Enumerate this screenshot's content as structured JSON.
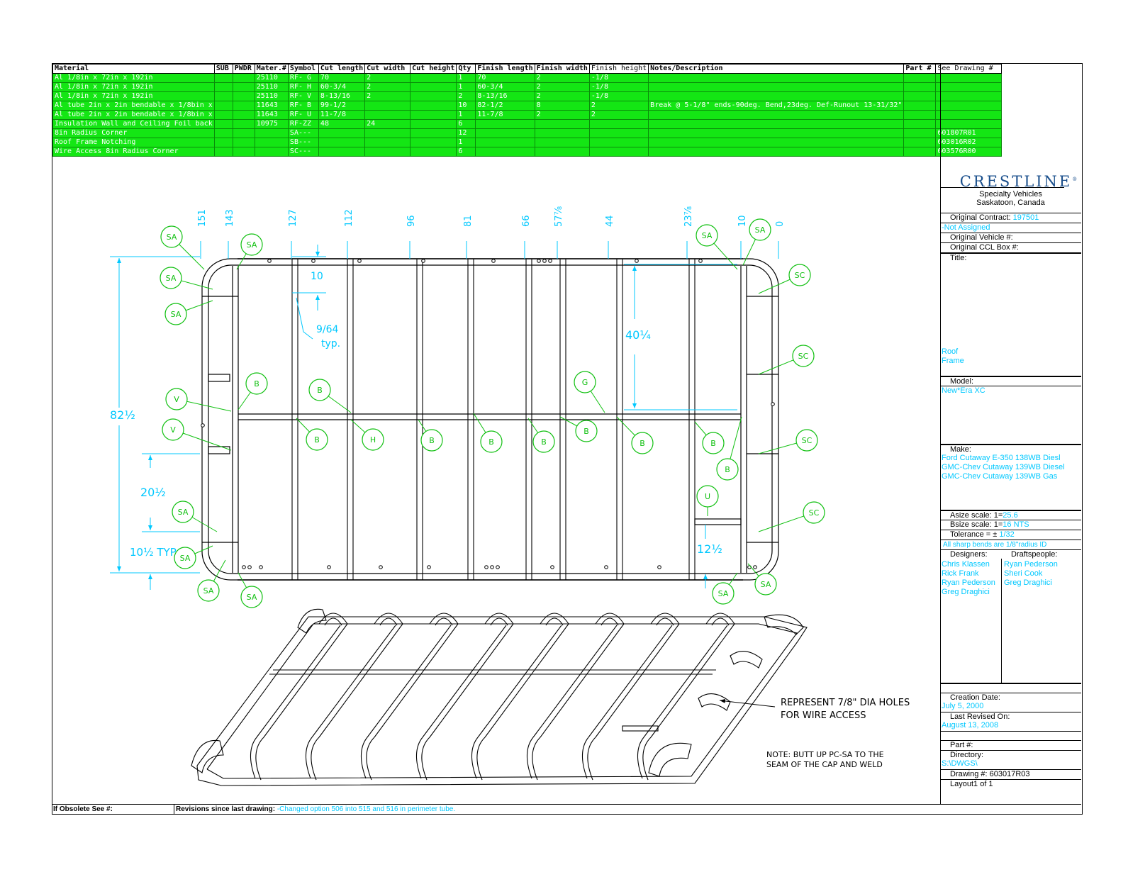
{
  "bom": {
    "headers": [
      "Material",
      "SUB",
      "PWDR",
      "Mater.#",
      "Symbol",
      "Cut length",
      "Cut width",
      "Cut height",
      "Qty",
      "Finish length",
      "Finish width",
      "Finish height",
      "Notes/Description",
      "Part #",
      "See Drawing #"
    ],
    "rows": [
      [
        "Al 1/8in x 72in x 192in",
        "",
        "",
        "25110",
        "RF- G",
        "70",
        "2",
        "",
        "1",
        "70",
        "2",
        "-1/8",
        "",
        "",
        ""
      ],
      [
        "Al 1/8in x 72in x 192in",
        "",
        "",
        "25110",
        "RF- H",
        "60-3/4",
        "2",
        "",
        "1",
        "60-3/4",
        "2",
        "-1/8",
        "",
        "",
        ""
      ],
      [
        "Al 1/8in x 72in x 192in",
        "",
        "",
        "25110",
        "RF- V",
        "8-13/16",
        "2",
        "",
        "2",
        "8-13/16",
        "2",
        "-1/8",
        "",
        "",
        ""
      ],
      [
        "Al tube 2in x 2in bendable x 1/8bin x",
        "",
        "",
        "11643",
        "RF- B",
        "99-1/2",
        "",
        "",
        "10",
        "82-1/2",
        "8",
        "2",
        "Break @ 5-1/8\" ends-90deg. Bend,23deg. Def-Runout 13-31/32\"",
        "",
        ""
      ],
      [
        "Al tube 2in x 2in bendable x 1/8bin x",
        "",
        "",
        "11643",
        "RF- U",
        "11-7/8",
        "",
        "",
        "1",
        "11-7/8",
        "2",
        "2",
        "",
        "",
        ""
      ],
      [
        "Insulation Wall and Ceiling Foil back",
        "",
        "",
        "10975",
        "RF-ZZ",
        "48",
        "24",
        "",
        "6",
        "",
        "",
        "",
        "",
        "",
        ""
      ],
      [
        "8in Radius Corner",
        "",
        "",
        "",
        "SA---",
        "",
        "",
        "",
        "12",
        "",
        "",
        "",
        "",
        "",
        "601807R01"
      ],
      [
        "Roof Frame Notching",
        "",
        "",
        "",
        "SB---",
        "",
        "",
        "",
        "1",
        "",
        "",
        "",
        "",
        "",
        "603016R02"
      ],
      [
        "Wire Access 8in Radius Corner",
        "",
        "",
        "",
        "SC---",
        "",
        "",
        "",
        "6",
        "",
        "",
        "",
        "",
        "",
        "603576R00"
      ]
    ]
  },
  "title_block": {
    "company": "CRESTLINE",
    "company_sub1": "Specialty Vehicles",
    "company_sub2": "Saskatoon, Canada",
    "original_contract_label": "Original Contract:",
    "original_contract_value": "197501",
    "not_assigned": "-Not Assigned",
    "original_vehicle_label": "Original Vehicle #:",
    "original_ccl_label": "Original CCL Box #:",
    "title_label": "Title:",
    "title_line1": "Roof",
    "title_line2": "Frame",
    "model_label": "Model:",
    "model_value": "New*Era XC",
    "make_label": "Make:",
    "make_values": [
      "Ford Cutaway E-350 138WB Diesl",
      "GMC-Chev Cutaway 139WB Diesel",
      "GMC-Chev Cutaway 139WB Gas"
    ],
    "asize_label": "Asize scale: 1=",
    "asize_value": "25.6",
    "bsize_label": "Bsize scale: 1=",
    "bsize_value": "16 NTS",
    "tolerance_label": "Tolerance = ±",
    "tolerance_value": "1/32",
    "bends_note": "All sharp bends are 1/8\"radius ID",
    "designers_label": "Designers:",
    "draftspeople_label": "Draftspeople:",
    "designers": [
      "Chris Klassen",
      "Rick Frank",
      "Ryan Pederson",
      "Greg Draghici"
    ],
    "draftspeople": [
      "Ryan Pederson",
      "Sheri Cook",
      "Greg Draghici"
    ],
    "creation_label": "Creation Date:",
    "creation_value": "July 5, 2000",
    "revised_label": "Last Revised On:",
    "revised_value": "August 13, 2008",
    "part_label": "Part #:",
    "directory_label": "Directory:",
    "directory_value": "S:\\DWGS\\",
    "drawing_label": "Drawing #: 603017R03",
    "layout_label": "Layout1 of 1"
  },
  "footer": {
    "obsolete": "If Obsolete See #:",
    "revisions_label": "Revisions since last drawing:",
    "revisions_value": "-Changed option 506 into 515 and 516 in perimeter tube."
  },
  "notes": {
    "wire_holes": "REPRESENT 7/8\" DIA HOLES\nFOR WIRE ACCESS",
    "butt_up": "NOTE: BUTT UP PC-SA TO THE\nSEAM OF THE CAP AND WELD"
  },
  "dims": {
    "top": [
      "151",
      "143",
      "127",
      "112",
      "96",
      "81",
      "66",
      "57⅞",
      "44",
      "23⅞",
      "10",
      "0"
    ],
    "d10": "10",
    "d964": "9/64",
    "typ": "typ.",
    "d40": "40¼",
    "d82": "82½",
    "d20": "20½",
    "d10typ": "10½ TYP.",
    "d12": "12½"
  },
  "balloons": [
    "SA",
    "SA",
    "SA",
    "SA",
    "SA",
    "SA",
    "SA",
    "SA",
    "SA",
    "SA",
    "SA",
    "SA",
    "SC",
    "SC",
    "SC",
    "SC",
    "V",
    "V",
    "B",
    "B",
    "B",
    "B",
    "B",
    "B",
    "B",
    "B",
    "B",
    "B",
    "G",
    "H",
    "U"
  ],
  "colors": {
    "green": "#14e614",
    "cyan": "#00c8ff",
    "balloon": "#10c010",
    "logo": "#1a4f8c"
  }
}
